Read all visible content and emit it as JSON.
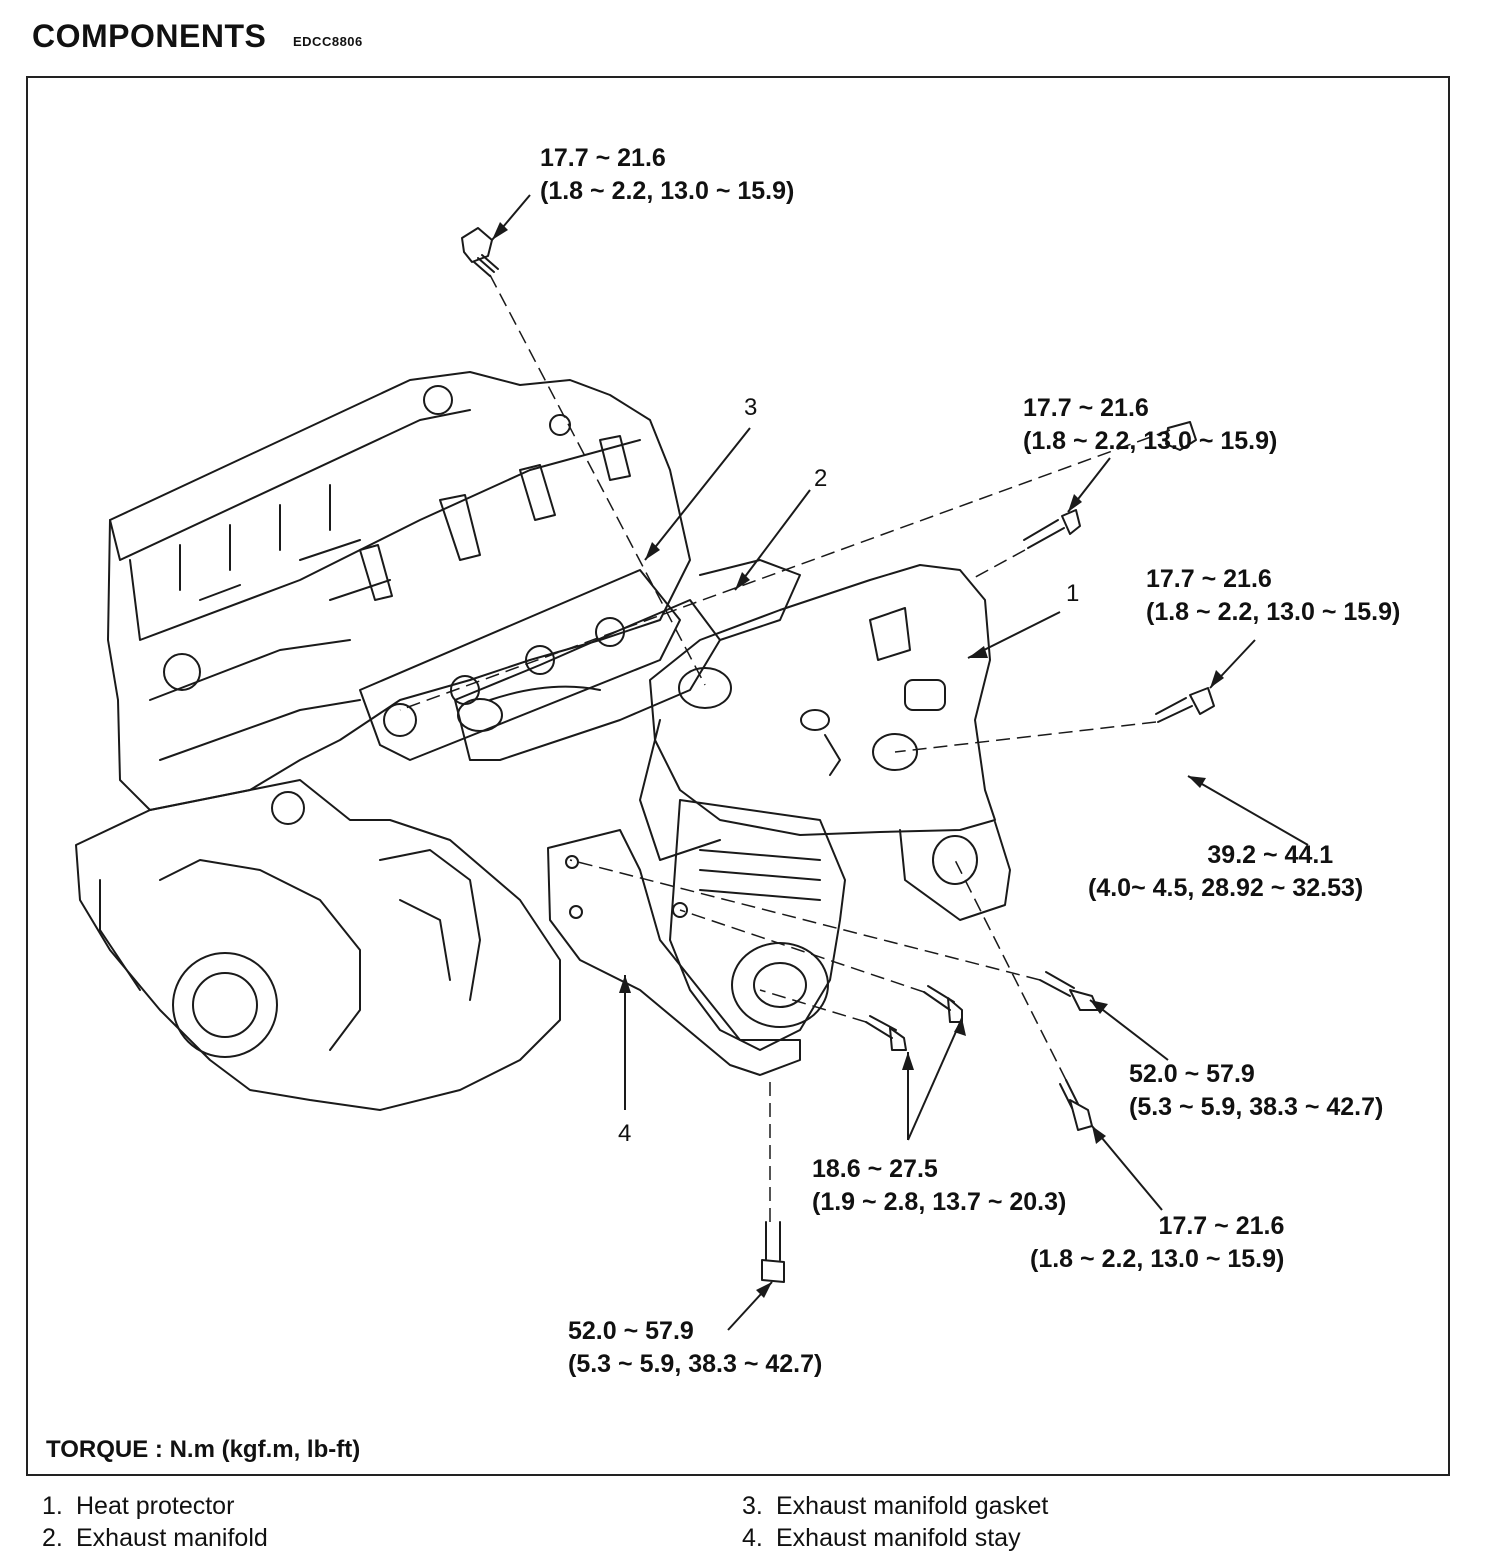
{
  "header": {
    "title": "COMPONENTS",
    "code": "EDCC8806"
  },
  "torque_note": "TORQUE : N.m (kgf.m, lb-ft)",
  "callouts": [
    {
      "id": "top-bolt",
      "line1": "17.7 ~ 21.6",
      "line2": "(1.8 ~ 2.2, 13.0 ~ 15.9)"
    },
    {
      "id": "heat-protector-upper-bolt",
      "line1": "17.7 ~ 21.6",
      "line2": "(1.8 ~ 2.2, 13.0 ~ 15.9)"
    },
    {
      "id": "heat-protector-side-bolt",
      "line1": "17.7 ~ 21.6",
      "line2": "(1.8 ~ 2.2, 13.0 ~ 15.9)"
    },
    {
      "id": "manifold-nut",
      "line1": "39.2 ~ 44.1",
      "line2": "(4.0~ 4.5, 28.92 ~ 32.53)"
    },
    {
      "id": "stay-bolt-right",
      "line1": "52.0 ~ 57.9",
      "line2": "(5.3 ~ 5.9, 38.3 ~ 42.7)"
    },
    {
      "id": "lower-bolts",
      "line1": "18.6 ~ 27.5",
      "line2": "(1.9 ~ 2.8, 13.7 ~ 20.3)"
    },
    {
      "id": "bottom-right-bolt",
      "line1": "17.7 ~ 21.6",
      "line2": "(1.8 ~ 2.2, 13.0 ~ 15.9)"
    },
    {
      "id": "stay-bolt-bottom",
      "line1": "52.0 ~ 57.9",
      "line2": "(5.3 ~ 5.9, 38.3 ~ 42.7)"
    }
  ],
  "part_numbers": [
    "1",
    "2",
    "3",
    "4"
  ],
  "legend": [
    {
      "num": "1.",
      "label": "Heat protector"
    },
    {
      "num": "2.",
      "label": "Exhaust manifold"
    },
    {
      "num": "3.",
      "label": "Exhaust manifold gasket"
    },
    {
      "num": "4.",
      "label": "Exhaust manifold stay"
    }
  ]
}
